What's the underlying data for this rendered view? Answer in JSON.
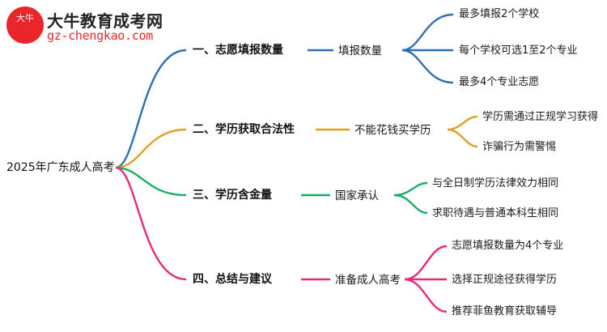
{
  "logo": {
    "badge_line1": "大牛",
    "badge_line2": "",
    "title": "大牛教育成考网",
    "subtitle": "gz-chengkao.com"
  },
  "colors": {
    "branch_blue": "#2f6fb5",
    "branch_orange": "#e0a021",
    "branch_green": "#1bab64",
    "branch_pink": "#e82a7a",
    "text": "#1a1a1a",
    "logo_red": "#e8262b"
  },
  "mindmap": {
    "root": "2025年广东成人高考",
    "branches": [
      {
        "id": "branch-1",
        "color": "#2f6fb5",
        "level1": "一、志愿填报数量",
        "level2": "填报数量",
        "level3": [
          "最多填报2个学校",
          "每个学校可选1至2个专业",
          "最多4个专业志愿"
        ]
      },
      {
        "id": "branch-2",
        "color": "#e0a021",
        "level1": "二、学历获取合法性",
        "level2": "不能花钱买学历",
        "level3": [
          "学历需通过正规学习获得",
          "诈骗行为需警惕"
        ]
      },
      {
        "id": "branch-3",
        "color": "#1bab64",
        "level1": "三、学历含金量",
        "level2": "国家承认",
        "level3": [
          "与全日制学历法律效力相同",
          "求职待遇与普通本科生相同"
        ]
      },
      {
        "id": "branch-4",
        "color": "#e82a7a",
        "level1": "四、总结与建议",
        "level2": "准备成人高考",
        "level3": [
          "志愿填报数量为4个专业",
          "选择正规途径获得学历",
          "推荐菲鱼教育获取辅导"
        ]
      }
    ]
  }
}
